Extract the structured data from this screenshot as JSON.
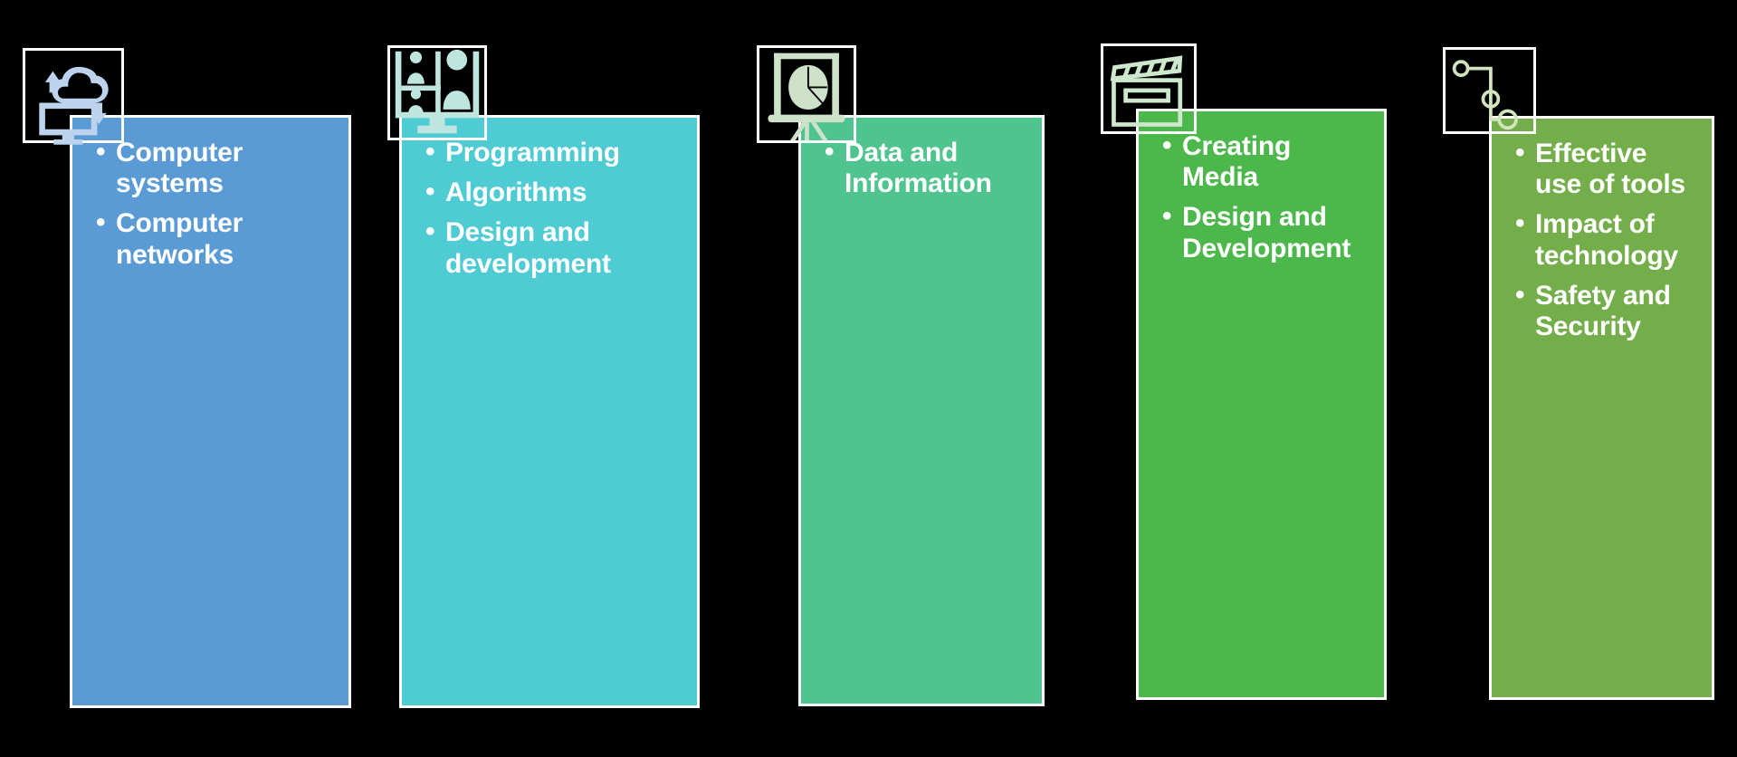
{
  "background_color": "#000000",
  "border_color": "#ffffff",
  "text_color": "#ffffff",
  "columns": [
    {
      "id": "computer-science",
      "color": "#5B9BD5",
      "icon_name": "computer-cloud-sync-icon",
      "icon_color": "#BDD2EC",
      "bullets": [
        "Computer systems",
        "Computer networks"
      ]
    },
    {
      "id": "programming",
      "color": "#4FCBD3",
      "icon_name": "video-conference-people-icon",
      "icon_color": "#BFE6DE",
      "bullets": [
        "Programming",
        "Algorithms",
        "Design and development"
      ]
    },
    {
      "id": "data-information",
      "color": "#4FC48E",
      "icon_name": "presentation-pie-chart-easel-icon",
      "icon_color": "#CDE2C8",
      "bullets": [
        "Data and Information"
      ]
    },
    {
      "id": "creating-media",
      "color": "#4CB84C",
      "icon_name": "clapperboard-icon",
      "icon_color": "#CDE8CC",
      "bullets": [
        "Creating Media",
        "Design and Development"
      ]
    },
    {
      "id": "digital-literacy",
      "color": "#74AE4B",
      "icon_name": "network-nodes-icon",
      "icon_color": "#D2E4BE",
      "bullets": [
        "Effective use of tools",
        "Impact of technology",
        "Safety and Security"
      ]
    }
  ]
}
